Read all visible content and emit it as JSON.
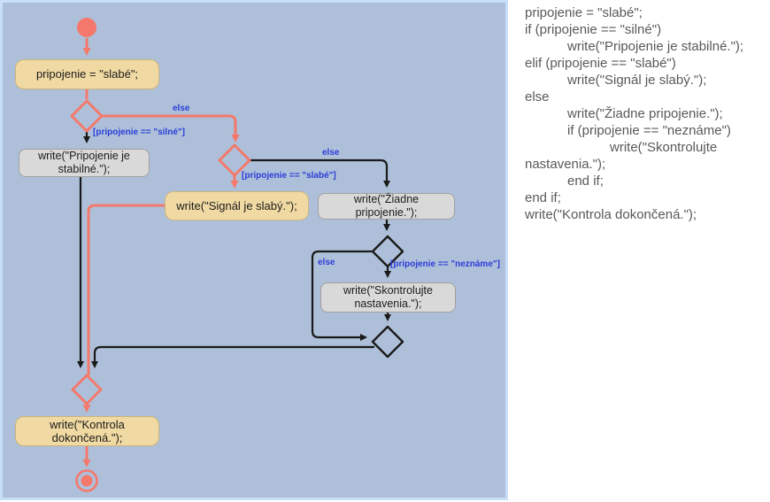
{
  "colors": {
    "panel_bg": "#AEC0D9",
    "panel_border": "#C7DFF8",
    "salmon": "#F4786B",
    "tan_fill": "#F0D9A2",
    "tan_border": "#CBB67C",
    "gray_fill": "#D9D9D9",
    "gray_border": "#A0A0A0",
    "edge_black": "#1A1A1A",
    "label_blue": "#2B3CD8",
    "code_text": "#59595B"
  },
  "diagram": {
    "nodes": {
      "assign": "pripojenie = \"slabé\";",
      "stabilne": "write(\"Pripojenie je stabilné.\");",
      "signal": "write(\"Signál je slabý.\");",
      "ziadne": "write(\"Žiadne pripojenie.\");",
      "skontrolujte": "write(\"Skontrolujte nastavenia.\");",
      "kontrola": "write(\"Kontrola dokončená.\");"
    },
    "edge_labels": {
      "if1_else": "else",
      "if1_true": "[pripojenie == \"silné\"]",
      "if2_else": "else",
      "if2_true": "[pripojenie == \"slabé\"]",
      "if3_else": "else",
      "if3_true": "[pripojenie == \"neznáme\"]"
    }
  },
  "code": {
    "lines": [
      "pripojenie = \"slabé\";",
      "if (pripojenie == \"silné\")",
      "\twrite(\"Pripojenie je stabilné.\");",
      "elif (pripojenie == \"slabé\")",
      "\twrite(\"Signál je slabý.\");",
      "else",
      "\twrite(\"Žiadne pripojenie.\");",
      "\tif (pripojenie == \"neznáme\")",
      "\t\twrite(\"Skontrolujte",
      "nastavenia.\");",
      "\tend if;",
      "end if;",
      "write(\"Kontrola dokončená.\");"
    ]
  }
}
